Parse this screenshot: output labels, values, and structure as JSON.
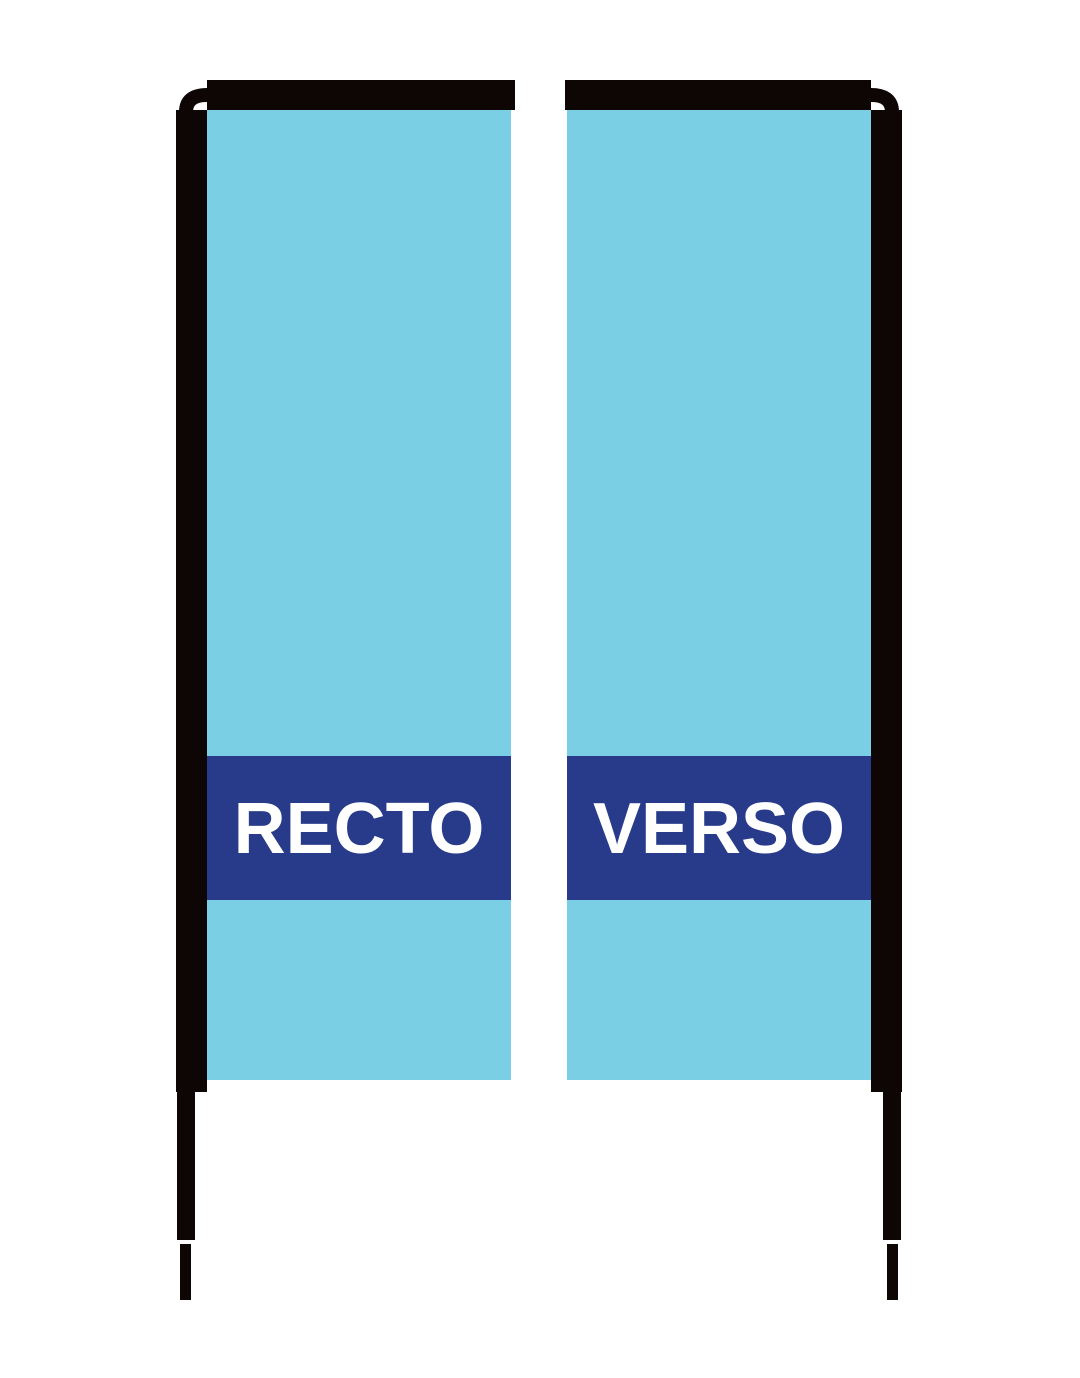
{
  "flags": [
    {
      "id": "recto",
      "label": "RECTO",
      "side": "left"
    },
    {
      "id": "verso",
      "label": "VERSO",
      "side": "right"
    }
  ],
  "colors": {
    "flag_fill": "#7acfe5",
    "band_fill": "#283a8a",
    "pole": "#0e0505",
    "label_text": "#ffffff",
    "background": "#ffffff"
  }
}
